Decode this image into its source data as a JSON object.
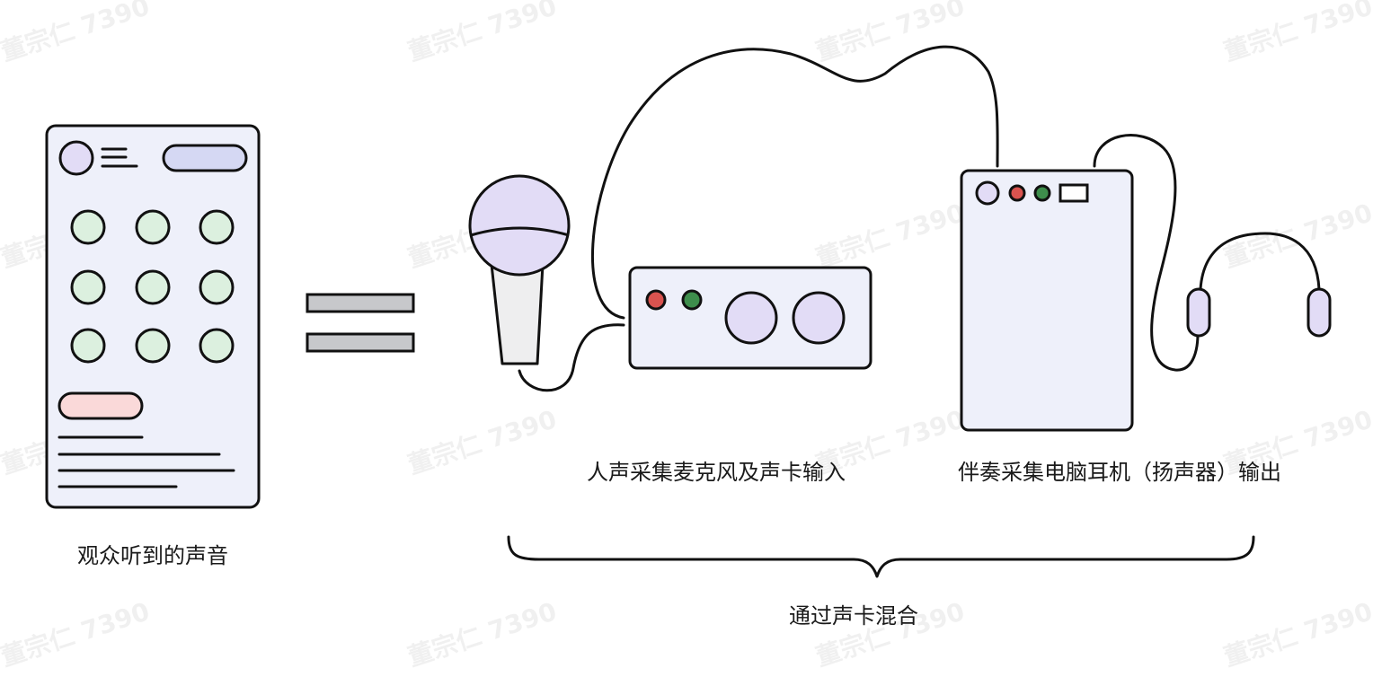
{
  "labels": {
    "audience_sound": "观众听到的声音",
    "vocal_capture": "人声采集麦克风及声卡输入",
    "accompaniment_capture": "伴奏采集电脑耳机（扬声器）输出",
    "soundcard_mix": "通过声卡混合"
  },
  "watermark": "董宗仁 7390",
  "colors": {
    "stroke": "#111111",
    "phone_body": "#eef0fa",
    "lavender": "#e2dcf6",
    "pill_lavender": "#d5d8f3",
    "keypad_green": "#dcf0df",
    "pill_pink": "#fad9d9",
    "led_red": "#d9534f",
    "led_green": "#3e8e4c",
    "equals_gray": "#c7c8cb",
    "mic_handle": "#eeeeef"
  }
}
